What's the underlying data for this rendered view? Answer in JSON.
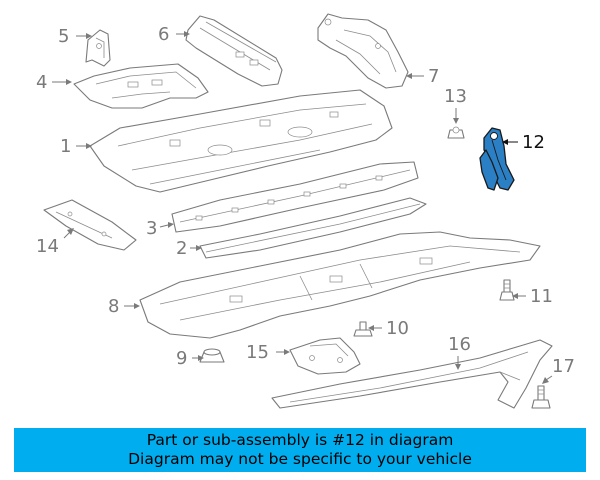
{
  "diagram": {
    "highlighted_part": "12",
    "highlight_color": "#2b7fc4",
    "callouts": {
      "c1": "1",
      "c2": "2",
      "c3": "3",
      "c4": "4",
      "c5": "5",
      "c6": "6",
      "c7": "7",
      "c8": "8",
      "c9": "9",
      "c10": "10",
      "c11": "11",
      "c12": "12",
      "c13": "13",
      "c14": "14",
      "c15": "15",
      "c16": "16",
      "c17": "17"
    }
  },
  "banner": {
    "line1": "Part or sub-assembly is #12 in diagram",
    "line2": "Diagram may not be specific to your vehicle",
    "background": "#00aeef"
  }
}
